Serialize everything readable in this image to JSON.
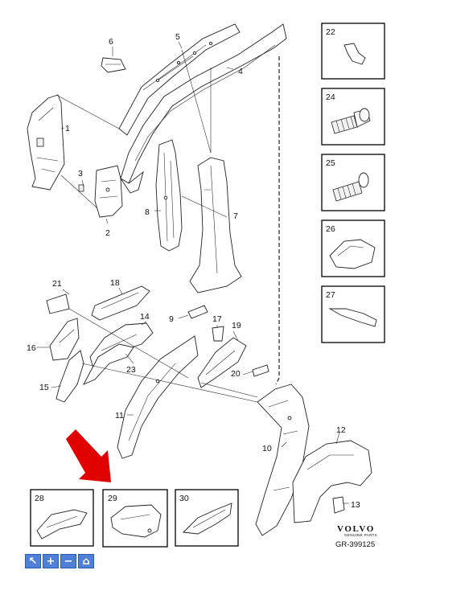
{
  "diagram": {
    "callouts": [
      "1",
      "2",
      "3",
      "4",
      "5",
      "6",
      "7",
      "8",
      "9",
      "10",
      "11",
      "12",
      "13",
      "14",
      "15",
      "16",
      "17",
      "18",
      "19",
      "20",
      "21",
      "23"
    ],
    "boxes": [
      "22",
      "24",
      "25",
      "26",
      "27",
      "28",
      "29",
      "30"
    ],
    "brand": {
      "name": "VOLVO",
      "subtitle": "GENUINE PARTS",
      "reference": "GR-399125"
    },
    "highlight_color": "#d90000",
    "arrow_color": "#e00000"
  },
  "toolbar": {
    "buttons": [
      {
        "icon": "pointer-icon",
        "glyph": "↖"
      },
      {
        "icon": "zoom-in-icon",
        "glyph": "+"
      },
      {
        "icon": "zoom-out-icon",
        "glyph": "−"
      },
      {
        "icon": "home-icon",
        "glyph": "⌂"
      }
    ],
    "color": "#4f7fd6"
  }
}
